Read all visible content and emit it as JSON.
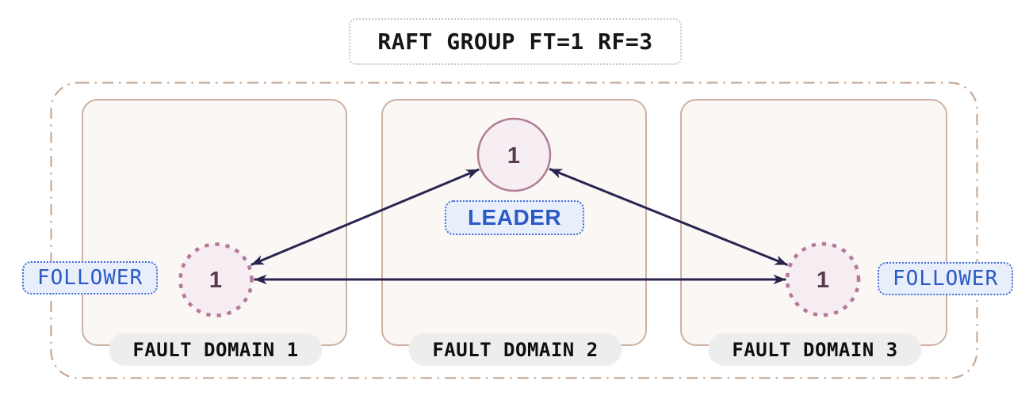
{
  "title": "RAFT GROUP FT=1 RF=3",
  "fault_domains": [
    {
      "label": "FAULT DOMAIN 1",
      "node_id": "1",
      "role": "FOLLOWER"
    },
    {
      "label": "FAULT DOMAIN 2",
      "node_id": "1",
      "role": "LEADER"
    },
    {
      "label": "FAULT DOMAIN 3",
      "node_id": "1",
      "role": "FOLLOWER"
    }
  ],
  "edges": [
    {
      "from": "follower-domain-1",
      "to": "leader-domain-2",
      "bidirectional": true
    },
    {
      "from": "follower-domain-3",
      "to": "leader-domain-2",
      "bidirectional": true
    },
    {
      "from": "follower-domain-1",
      "to": "follower-domain-3",
      "bidirectional": true
    }
  ],
  "colors": {
    "background": "#ffffff",
    "arrow": "#29244f",
    "outer_boundary_border": "#c6aa96",
    "domain_border": "#ccb2a2",
    "domain_fill": "#faf7f4",
    "domain_label_fill": "#ededed",
    "leader_circle_border": "#b17d95",
    "follower_circle_border": "#b5799b",
    "circle_fill": "#f6edf2",
    "node_number_text": "#573a4d",
    "role_text": "#2b5ac7",
    "role_fill": "#e9eefb",
    "role_border": "#3e6cd7",
    "title_border": "#c8c8c8",
    "title_text": "#161616"
  }
}
